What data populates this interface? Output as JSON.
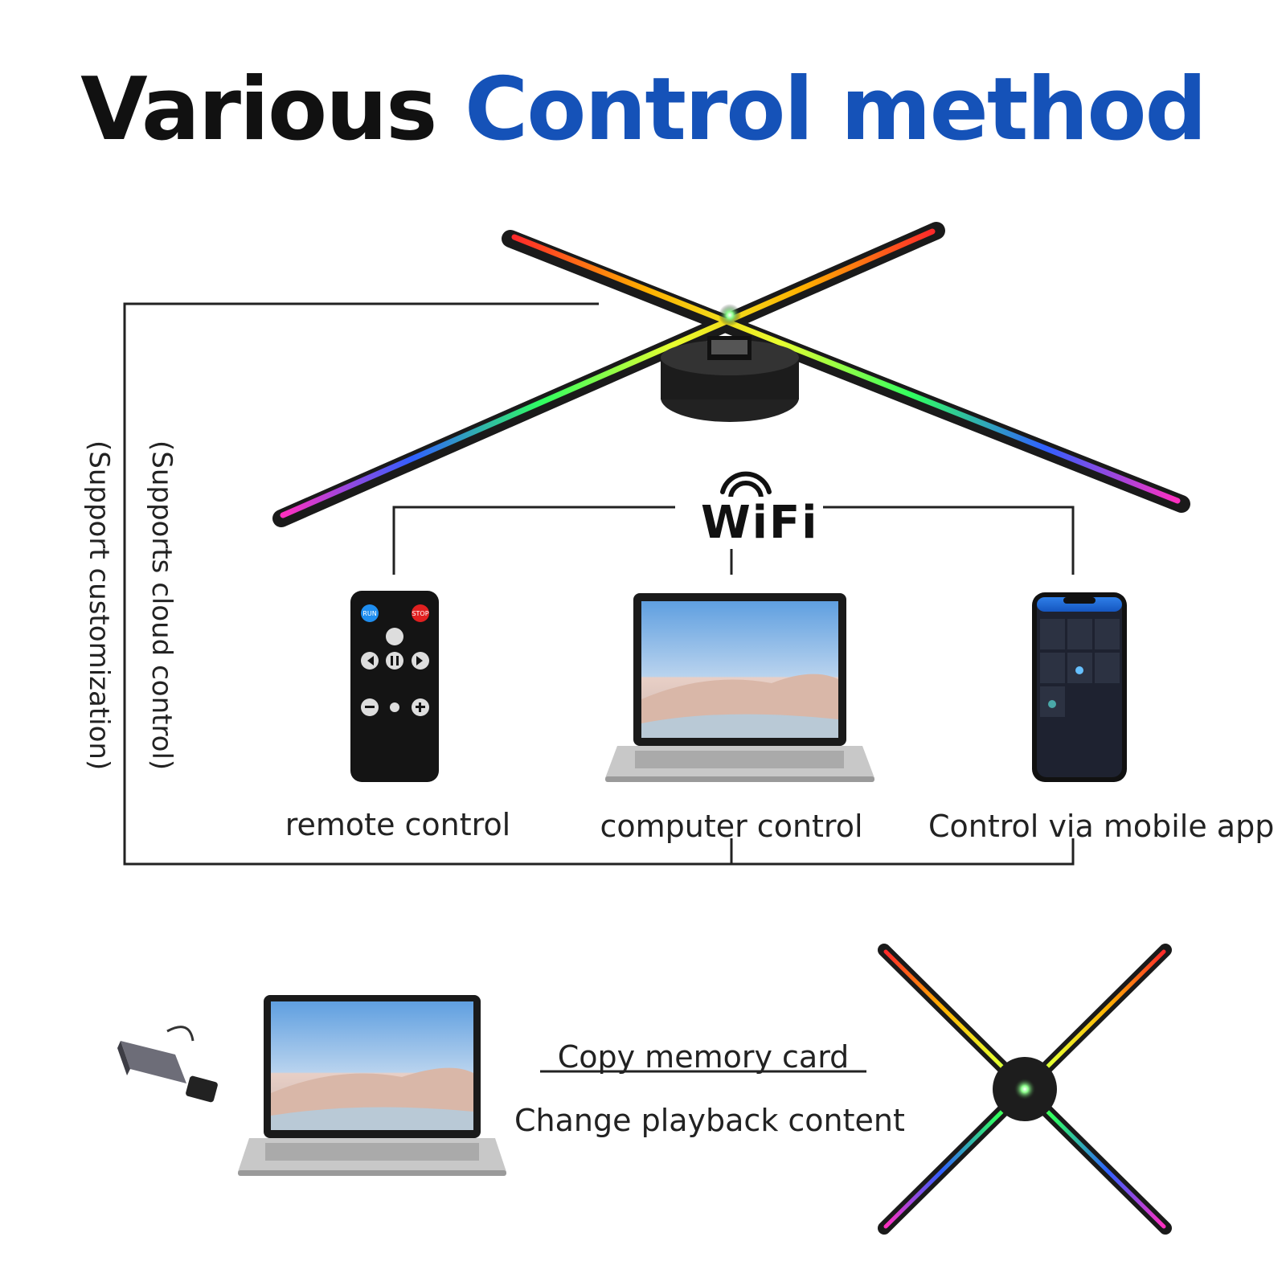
{
  "title": {
    "part1": "Various",
    "part2": "Control method"
  },
  "colors": {
    "title_dark": "#111111",
    "title_blue": "#1552b8",
    "line": "#222222"
  },
  "side_labels": {
    "outer": "(Support customization)",
    "inner": "(Supports cloud control)"
  },
  "wifi_label": "WiFi",
  "methods": [
    {
      "label": "remote control",
      "icon": "remote-control-icon"
    },
    {
      "label": "computer control",
      "icon": "laptop-icon"
    },
    {
      "label": "Control via mobile app",
      "icon": "smartphone-icon"
    }
  ],
  "remote_buttons": {
    "run": "RUN",
    "stop": "STOP"
  },
  "bottom": {
    "line1": "Copy memory card",
    "line2": "Change playback content",
    "devices": [
      "usb-card-reader-icon",
      "laptop-icon",
      "hologram-fan-icon"
    ]
  }
}
